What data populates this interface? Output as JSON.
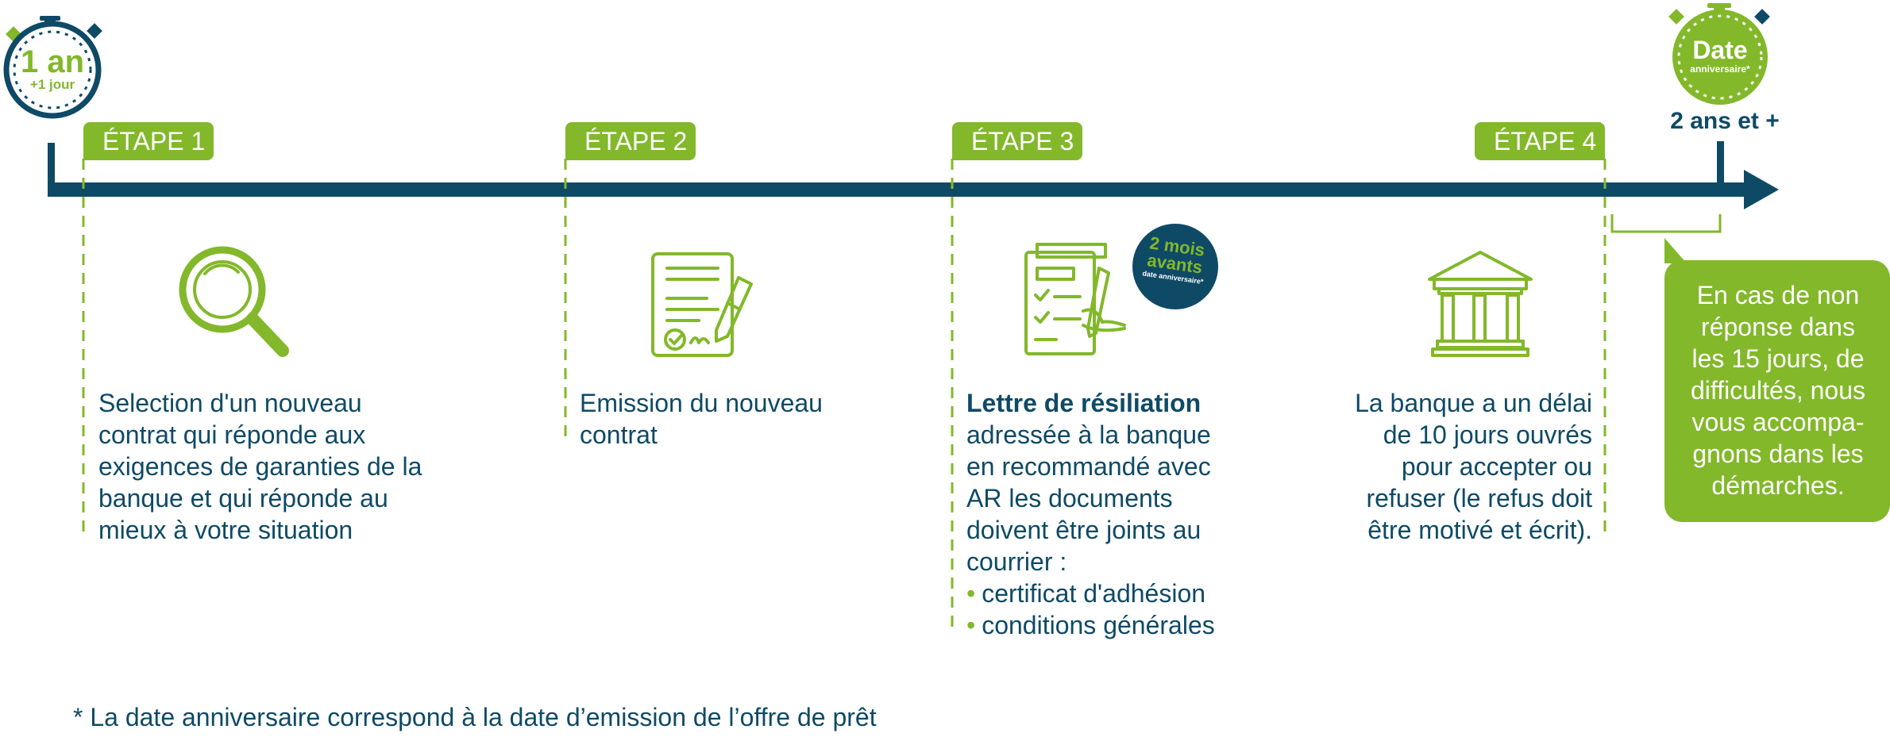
{
  "start_clock": {
    "main": "1 an",
    "sub": "+1 jour"
  },
  "end_clock": {
    "main": "Date",
    "sub": "anniversaire*"
  },
  "end_label": "2 ans et +",
  "steps": [
    {
      "label": "ÉTAPE 1",
      "icon": "magnifier-icon",
      "text": [
        "Selection d'un nouveau",
        "contrat qui réponde aux",
        "exigences de garanties de la",
        "banque et qui réponde au",
        "mieux à votre situation"
      ]
    },
    {
      "label": "ÉTAPE 2",
      "icon": "signed-contract-icon",
      "text": [
        "Emission du nouveau",
        "contrat"
      ]
    },
    {
      "label": "ÉTAPE 3",
      "icon": "checklist-signing-icon",
      "title": "Lettre de résiliation",
      "text": [
        "adressée à la banque",
        "en recommandé avec",
        "AR les documents",
        "doivent être joints au",
        "courrier :"
      ],
      "bullets": [
        "certificat d'adhésion",
        "conditions générales"
      ],
      "badge": {
        "line1": "2 mois",
        "line2": "avants",
        "line3": "date anniversaire*"
      }
    },
    {
      "label": "ÉTAPE 4",
      "icon": "bank-icon",
      "text": [
        "La banque a un délai",
        "de 10 jours ouvrés",
        "pour accepter ou",
        "refuser (le refus doit",
        "être motivé et écrit)."
      ]
    }
  ],
  "callout": [
    "En cas de non",
    "réponse dans",
    "les 15 jours, de",
    "difficultés, nous",
    "vous accompa-",
    "gnons dans les",
    "démarches."
  ],
  "footnote": "* La date anniversaire correspond à la date d’emission de l’offre de prêt",
  "colors": {
    "green": "#82b82a",
    "navy": "#0e4a66"
  }
}
